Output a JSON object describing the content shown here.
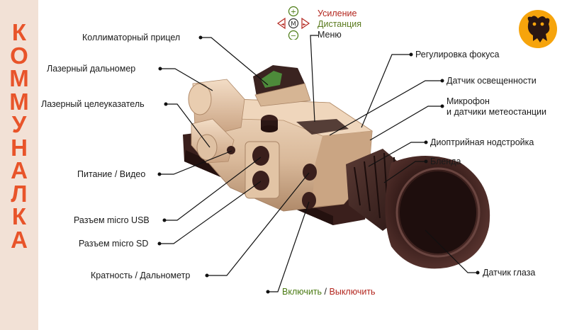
{
  "banner": {
    "letters": [
      "К",
      "О",
      "М",
      "М",
      "У",
      "Н",
      "А",
      "Л",
      "К",
      "А"
    ],
    "color": "#e8542a"
  },
  "legend": {
    "up": "Усиление",
    "down": "Дистанция",
    "center": "Меню",
    "up_color": "#b3261e",
    "down_color": "#5a7a1e",
    "center_color": "#222222",
    "keypad": {
      "plus": "+",
      "minus": "−",
      "center": "M",
      "left": "◄",
      "right": "►"
    }
  },
  "callouts": {
    "collimator": "Коллиматорный прицел",
    "rangefinder": "Лазерный дальномер",
    "designator": "Лазерный целеуказатель",
    "power_video": "Питание / Видео",
    "micro_usb": "Разъем micro USB",
    "micro_sd": "Разъем micro SD",
    "zoom_range": "Кратность / Дальнометр",
    "power_on": "Включить",
    "power_sep": " / ",
    "power_off": "Выключить",
    "focus": "Регулировка фокуса",
    "light_sensor": "Датчик освещенности",
    "mic_line1": "Микрофон",
    "mic_line2": "и датчики метеостанции",
    "diopter": "Диоптрийная нодстройка",
    "hood": "Бленда",
    "eye_sensor": "Датчик глаза"
  },
  "colors": {
    "body": "#d9b99a",
    "eyecup": "#3a1f1c",
    "on": "#4a7a12",
    "off": "#b3261e"
  }
}
